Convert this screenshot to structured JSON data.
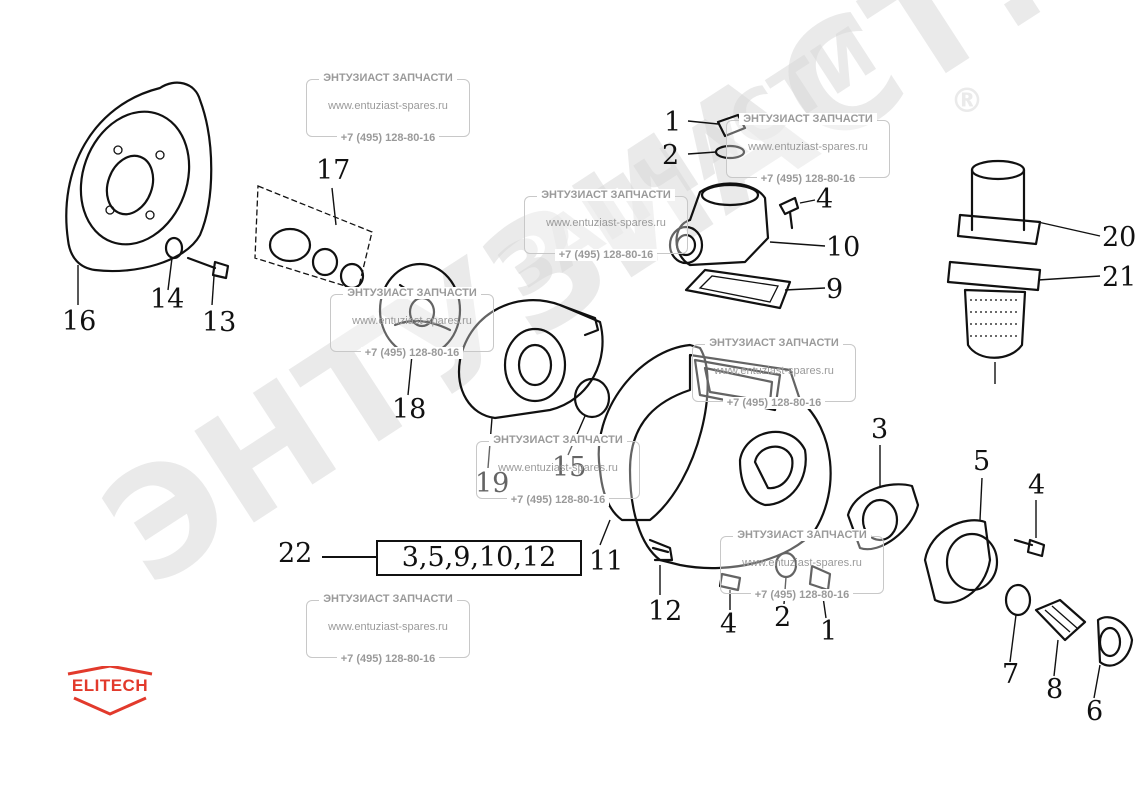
{
  "diagram": {
    "part_numbers": [
      "1",
      "2",
      "4",
      "10",
      "9",
      "20",
      "21",
      "16",
      "14",
      "13",
      "17",
      "18",
      "19",
      "15",
      "11",
      "12",
      "4",
      "2",
      "1",
      "3",
      "5",
      "4",
      "7",
      "8",
      "6"
    ],
    "kit": {
      "number": "22",
      "contents": "3,5,9,10,12"
    }
  },
  "watermarks": {
    "company": "ЭНТУЗИАСТ ЗАПЧАСТИ",
    "site": "www.entuziast-spares.ru",
    "phone": "+7 (495) 128-80-16",
    "big_text": "ЭНТУЗИАСТ!",
    "arc_text": "ЗАПЧАСТИ",
    "registered": "®"
  },
  "logo": {
    "text": "ELITECH",
    "color": "#e23a2c"
  },
  "colors": {
    "line": "#111111",
    "watermark": "#d9d9d9",
    "background": "#ffffff"
  }
}
